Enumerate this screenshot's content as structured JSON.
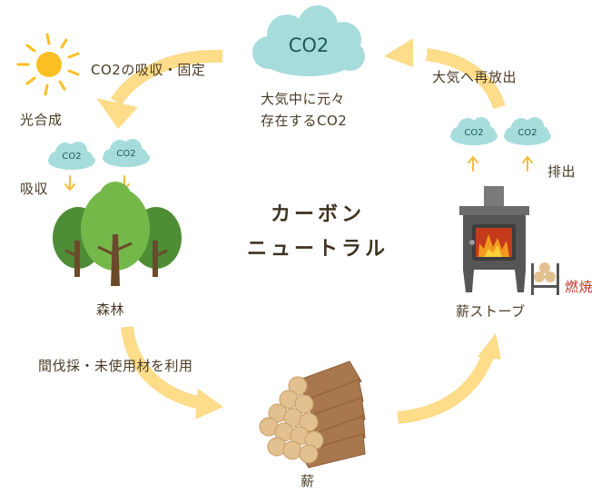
{
  "title": {
    "line1": "カーボン",
    "line2": "ニュートラル"
  },
  "atmosphere": {
    "cloud_label": "CO2",
    "caption_line1": "大気中に元々",
    "caption_line2": "存在するCO2"
  },
  "arrows": {
    "absorb_fix": "CO2の吸収・固定",
    "thinning_use": "間伐採・未使用材を利用",
    "re_release": "大気へ再放出"
  },
  "forest": {
    "photosynthesis": "光合成",
    "absorb": "吸収",
    "small_clouds": [
      "CO2",
      "CO2"
    ],
    "label": "森林"
  },
  "firewood": {
    "label": "薪"
  },
  "stove": {
    "label": "薪ストーブ",
    "emit": "排出",
    "combustion": "燃焼",
    "small_clouds": [
      "CO2",
      "CO2"
    ]
  },
  "colors": {
    "arrow": "#fddc8a",
    "small_arrow": "#f5bd3c",
    "cloud": "#a6dcdc",
    "cloud_text": "#1f5a55",
    "sun": "#fbbf24",
    "text": "#4a3b25",
    "combustion_text": "#c0392b",
    "stove": "#5a5a5a",
    "tree_dark": "#4e8c35",
    "tree_light": "#74b84a",
    "trunk": "#6b4a2b"
  }
}
